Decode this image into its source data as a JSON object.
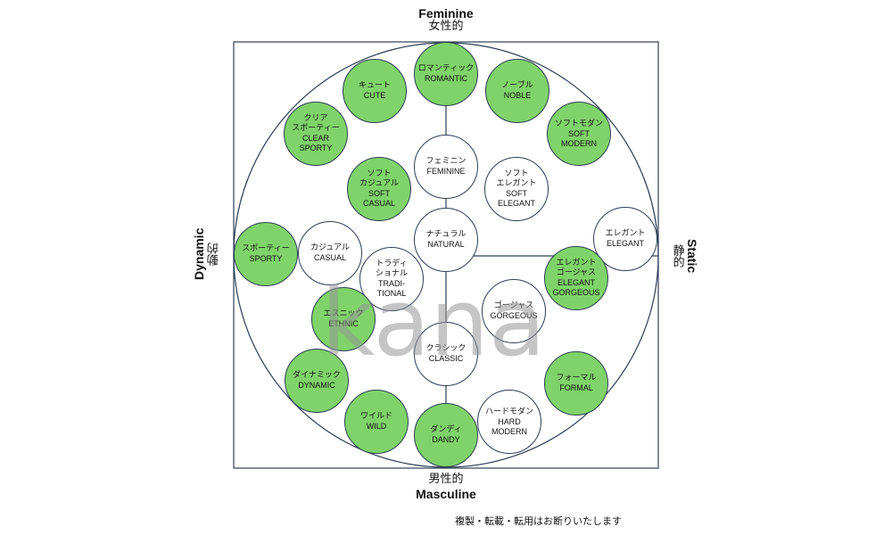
{
  "axes": {
    "top_en": "Feminine",
    "top_ja": "女性的",
    "bottom_ja": "男性的",
    "bottom_en": "Masculine",
    "left_en": "Dynamic",
    "left_ja": "動的",
    "right_en": "Static",
    "right_ja": "静的"
  },
  "watermark": "kana",
  "copyright": "複製・転載・転用はお断りいたします",
  "colors": {
    "green_fill": "#7fd36a",
    "stroke": "#2e3f55",
    "white_fill": "#ffffff"
  },
  "bubbles": {
    "romantic": {
      "ja": "ロマンティック",
      "en": [
        "ROMANTIC"
      ],
      "fill": "green"
    },
    "cute": {
      "ja": "キュート",
      "en": [
        "CUTE"
      ],
      "fill": "green"
    },
    "noble": {
      "ja": "ノーブル",
      "en": [
        "NOBLE"
      ],
      "fill": "green"
    },
    "clear_sporty": {
      "ja": "クリア\nスポーティー",
      "en": [
        "CLEAR",
        "SPORTY"
      ],
      "fill": "green"
    },
    "soft_modern": {
      "ja": "ソフトモダン",
      "en": [
        "SOFT",
        "MODERN"
      ],
      "fill": "green"
    },
    "feminine": {
      "ja": "フェミニン",
      "en": [
        "FEMININE"
      ],
      "fill": "white"
    },
    "soft_casual": {
      "ja": "ソフト\nカジュアル",
      "en": [
        "SOFT",
        "CASUAL"
      ],
      "fill": "green"
    },
    "soft_elegant": {
      "ja": "ソフト\nエレガント",
      "en": [
        "SOFT",
        "ELEGANT"
      ],
      "fill": "white"
    },
    "natural": {
      "ja": "ナチュラル",
      "en": [
        "NATURAL"
      ],
      "fill": "white"
    },
    "elegant": {
      "ja": "エレガント",
      "en": [
        "ELEGANT"
      ],
      "fill": "white"
    },
    "sporty": {
      "ja": "スポーティー",
      "en": [
        "SPORTY"
      ],
      "fill": "green"
    },
    "casual": {
      "ja": "カジュアル",
      "en": [
        "CASUAL"
      ],
      "fill": "white"
    },
    "traditional": {
      "ja": "トラディ\nショナル",
      "en": [
        "TRADI-",
        "TIONAL"
      ],
      "fill": "white"
    },
    "elegant_gorgeous": {
      "ja": "エレガント\nゴージャス",
      "en": [
        "ELEGANT",
        "GORGEOUS"
      ],
      "fill": "green"
    },
    "gorgeous": {
      "ja": "ゴージャス",
      "en": [
        "GORGEOUS"
      ],
      "fill": "white"
    },
    "ethnic": {
      "ja": "エスニック",
      "en": [
        "ETHNIC"
      ],
      "fill": "green"
    },
    "classic": {
      "ja": "クラシック",
      "en": [
        "CLASSIC"
      ],
      "fill": "white"
    },
    "dynamic": {
      "ja": "ダイナミック",
      "en": [
        "DYNAMIC"
      ],
      "fill": "green"
    },
    "formal": {
      "ja": "フォーマル",
      "en": [
        "FORMAL"
      ],
      "fill": "green"
    },
    "wild": {
      "ja": "ワイルド",
      "en": [
        "WILD"
      ],
      "fill": "green"
    },
    "dandy": {
      "ja": "ダンディ",
      "en": [
        "DANDY"
      ],
      "fill": "green"
    },
    "hard_modern": {
      "ja": "ハードモダン",
      "en": [
        "HARD",
        "MODERN"
      ],
      "fill": "white"
    }
  }
}
